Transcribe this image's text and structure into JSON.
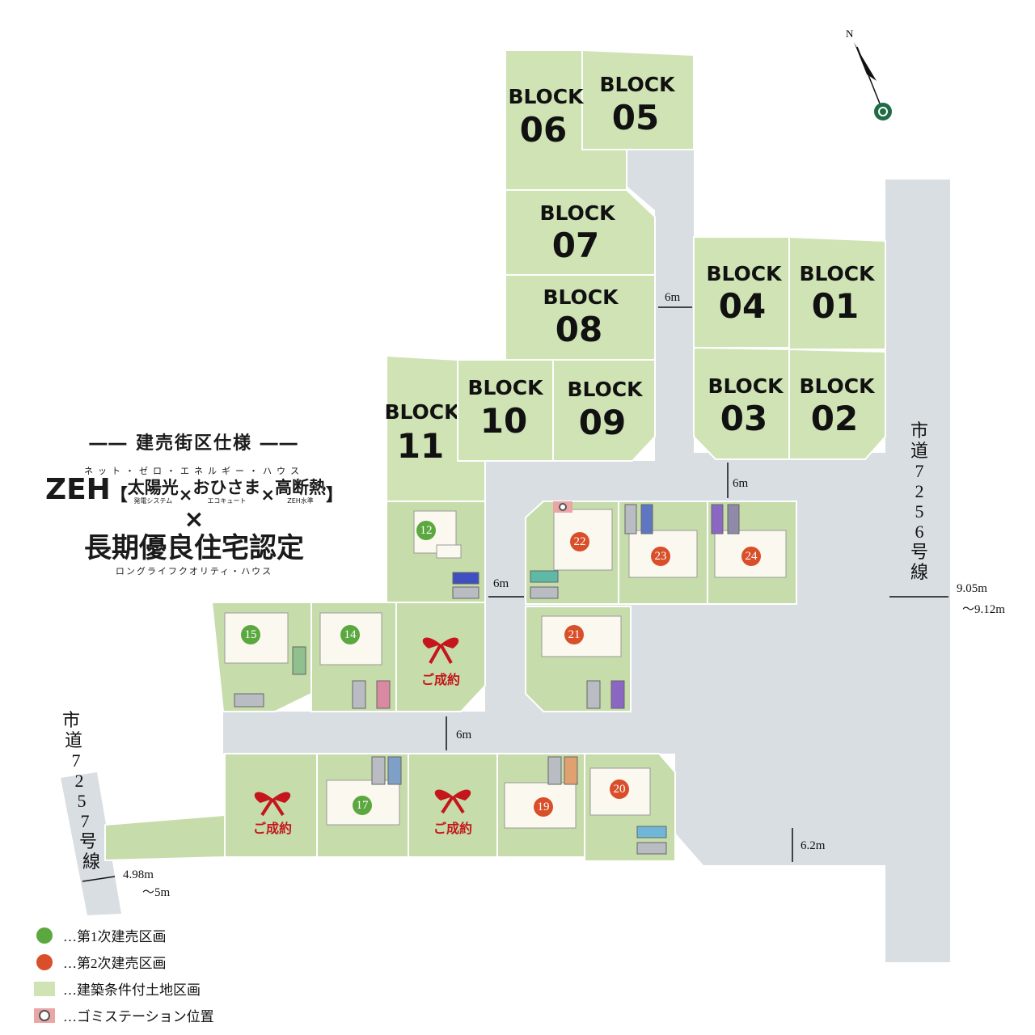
{
  "blocks": {
    "label": "BLOCK",
    "b01": "01",
    "b02": "02",
    "b03": "03",
    "b04": "04",
    "b05": "05",
    "b06": "06",
    "b07": "07",
    "b08": "08",
    "b09": "09",
    "b10": "10",
    "b11": "11"
  },
  "lots": {
    "l12": "12",
    "l14": "14",
    "l15": "15",
    "l17": "17",
    "l19": "19",
    "l20": "20",
    "l21": "21",
    "l22": "22",
    "l23": "23",
    "l24": "24"
  },
  "sold_label": "ご成約",
  "dimensions": {
    "road_north": "6m",
    "road_center": "6m",
    "road_mid": "6m",
    "road_south": "6m",
    "road_east_south": "6.2m",
    "city_road_7256_width_a": "9.05m",
    "city_road_7256_width_b": "～9.12m",
    "city_road_7257_width_a": "4.98m",
    "city_road_7257_width_b": "～5m"
  },
  "roads": {
    "east_chars": [
      "市",
      "道",
      "7",
      "2",
      "5",
      "6",
      "号",
      "線"
    ],
    "west_chars": [
      "市",
      "道",
      "7",
      "2",
      "5",
      "7",
      "号",
      "線"
    ]
  },
  "spec": {
    "title": "―― 建売街区仕様 ――",
    "zeh_ruby": "ネット・ゼロ・エネルギー・ハウス",
    "zeh": "ZEH",
    "bracket_open": "【",
    "bracket_close": "】",
    "part1": "太陽光",
    "part1_sub": "発電システム",
    "part2": "おひさま",
    "part2_sub": "エコキュート",
    "part3": "高断熱",
    "part3_sub": "ZEH水準",
    "times": "×",
    "cert": "長期優良住宅認定",
    "cert_ruby": "ロングライフクオリティ・ハウス"
  },
  "legend": {
    "phase1": "…第1次建売区画",
    "phase2": "…第2次建売区画",
    "land": "…建築条件付土地区画",
    "garbage": "…ゴミステーション位置"
  },
  "colors": {
    "phase1": "#5aa83f",
    "phase2": "#d84f2a",
    "lot": "#c6dcaa",
    "road": "#d9dee3",
    "sold": "#c4161c"
  },
  "compass": {
    "north": "N"
  }
}
